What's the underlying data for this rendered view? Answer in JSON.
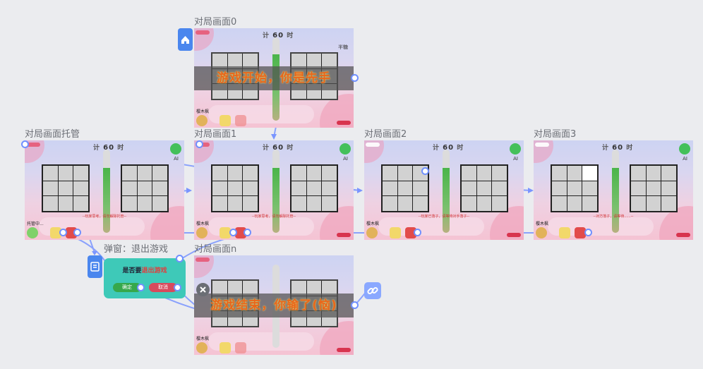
{
  "frames": {
    "f0": {
      "label": "对局画面0",
      "timer_pre": "计",
      "timer_val": "60",
      "timer_post": "时",
      "overlay": "游戏开始，你是先手",
      "name": "樱木枫",
      "right_name": "半糖"
    },
    "ftrust": {
      "label": "对局画面托管",
      "timer_pre": "计",
      "timer_val": "60",
      "timer_post": "时",
      "status": "托管中...",
      "ai": "AI",
      "notice": "--玩家思考，请勿解除托管--"
    },
    "f1": {
      "label": "对局画面1",
      "timer_pre": "计",
      "timer_val": "60",
      "timer_post": "时",
      "ai": "AI",
      "name": "樱木枫",
      "notice": "--玩家思考，请勿解除托管--"
    },
    "f2": {
      "label": "对局画面2",
      "timer_pre": "计",
      "timer_val": "60",
      "timer_post": "时",
      "ai": "AI",
      "name": "樱木枫",
      "notice": "--玩家已落子，请等待对手落子--"
    },
    "f3": {
      "label": "对局画面3",
      "timer_pre": "计",
      "timer_val": "60",
      "timer_post": "时",
      "ai": "AI",
      "name": "樱木枫",
      "notice": "--对方落子，请等待......--"
    },
    "fn": {
      "label": "对局画面n",
      "overlay": "游戏结束，你输了(恼)",
      "name": "樱木枫"
    }
  },
  "popup": {
    "label": "弹窗：退出游戏",
    "question_pre": "是否要",
    "question_hl": "退出游戏",
    "ok": "确定",
    "cancel": "取消"
  },
  "icons": {
    "home": "home-icon",
    "list": "list-icon",
    "close": "close-icon",
    "link": "link-icon"
  },
  "colors": {
    "wire": "#7090ff",
    "node": "#4a86ee",
    "popup": "#3ec9b8",
    "overlay_text": "#e8661b"
  }
}
